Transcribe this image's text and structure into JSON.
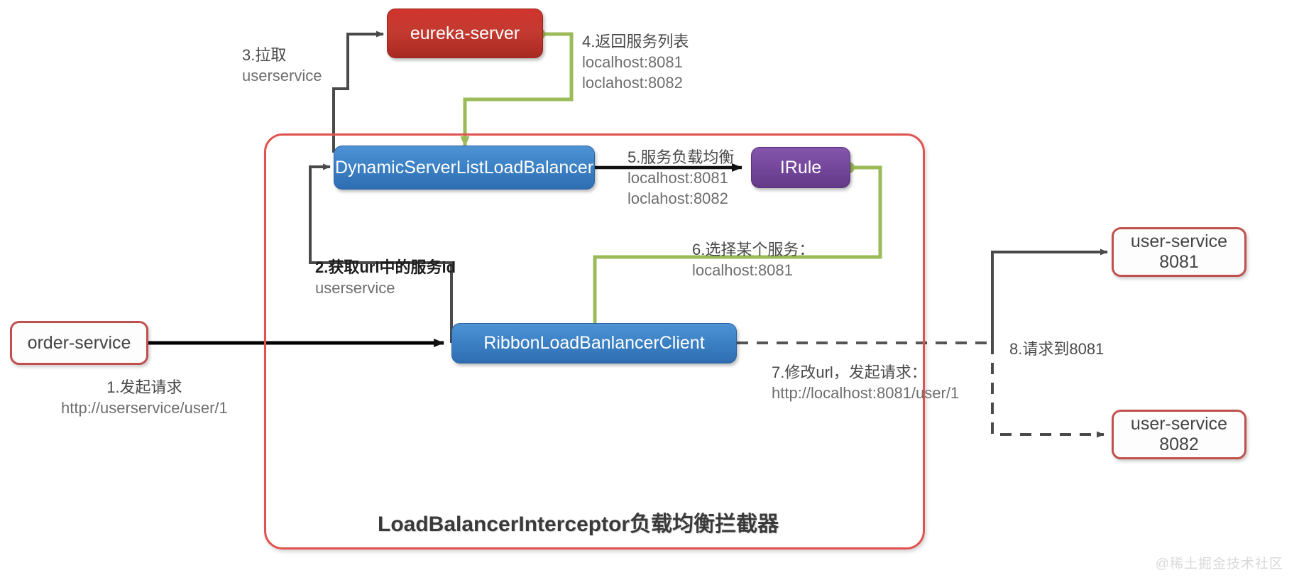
{
  "diagram": {
    "title": "LoadBalancerInterceptor负载均衡拦截器",
    "watermark": "@稀土掘金技术社区",
    "colors": {
      "eureka_red": "#c43a30",
      "node_blue": "#3d82c6",
      "node_purple": "#76489e",
      "container_red": "#e0524d",
      "flow_green": "#9bbb59",
      "flow_dark": "#4a4a4a",
      "flow_black": "#000000"
    }
  },
  "nodes": {
    "eureka_server": "eureka-server",
    "dynamic_server_list_load_balancer": "DynamicServerListLoadBalancer",
    "irule": "IRule",
    "ribbon_load_balancer_client": "RibbonLoadBanlancerClient",
    "order_service": "order-service",
    "user_service_8081": {
      "name": "user-service",
      "port": "8081"
    },
    "user_service_8082": {
      "name": "user-service",
      "port": "8082"
    }
  },
  "labels": {
    "step1": {
      "line1": "1.发起请求",
      "line2": "http://userservice/user/1"
    },
    "step2": {
      "line1": "2.获取url中的服务id",
      "line2": "userservice"
    },
    "step3": {
      "line1": "3.拉取",
      "line2": "userservice"
    },
    "step4": {
      "line1": "4.返回服务列表",
      "line2": "localhost:8081",
      "line3": "loclahost:8082"
    },
    "step5": {
      "line1": "5.服务负载均衡",
      "line2": "localhost:8081",
      "line3": "loclahost:8082"
    },
    "step6": {
      "line1": "6.选择某个服务：",
      "line2": "localhost:8081"
    },
    "step7": {
      "line1": "7.修改url，发起请求：",
      "line2": "http://localhost:8081/user/1"
    },
    "step8": {
      "line1": "8.请求到8081"
    }
  }
}
